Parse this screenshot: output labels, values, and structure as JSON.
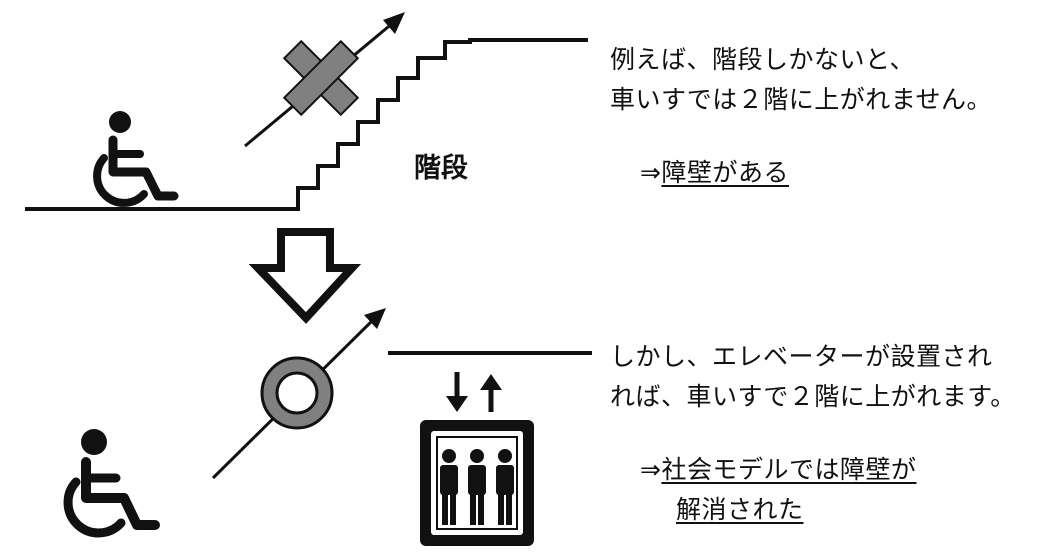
{
  "top": {
    "stairs_label": "階段",
    "desc_line1": "例えば、階段しかないと、",
    "desc_line2": "車いすでは２階に上がれません。",
    "result_prefix": "⇒",
    "result_underlined": "障壁",
    "result_rest": "がある"
  },
  "bottom": {
    "desc_line1": "しかし、エレベーターが設置され",
    "desc_line2": "れば、車いすで２階に上がれます。",
    "result_prefix": "⇒",
    "result_line1": "社会モデルでは障壁が",
    "result_line2": "解消された"
  },
  "colors": {
    "ink": "#111111",
    "mark_gray": "#808080"
  },
  "icons": [
    "wheelchair-icon",
    "cross-mark-icon",
    "circle-slash-mark-icon",
    "elevator-icon",
    "down-arrow-icon"
  ]
}
